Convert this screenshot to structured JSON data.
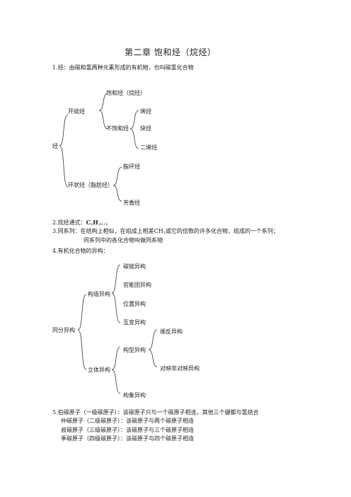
{
  "title": "第二章  饱和烃（烷烃）",
  "p1": "1.烃：由碳和氢两种元素形成的有机物，也叫碳氢化合物",
  "tree1": {
    "root": "烃",
    "open_chain": "开链烃",
    "saturated": "饱和烃（烷烃）",
    "unsaturated": "不饱和烃",
    "alkene": "烯烃",
    "alkyne": "炔烃",
    "diene": "二烯烃",
    "cyclic": "环状烃（脂肪烃）",
    "alicyclic": "脂环烃",
    "aromatic": "芳香烃"
  },
  "p2": {
    "prefix": "2.烷烃通式：",
    "c": "C",
    "n": "n",
    "h": "H",
    "sub": "2n+2"
  },
  "p3": {
    "text_a": "3.同系列：在结构上相似，在组成上相差",
    "ch": "CH",
    "two": "2",
    "text_b": "或它的倍数的许多化合物，组成的一个系列；",
    "line2": "同系列中的各化合物叫做同系物"
  },
  "p4": "4.有机化合物的异构：",
  "tree2": {
    "root": "同分异构",
    "constitutional": "构造异构",
    "carbon_chain": "碳链异构",
    "functional": "官能团异构",
    "position": "位置异构",
    "tautomer": "互变异构",
    "stereo": "立体异构",
    "configurational": "构型异构",
    "cis_trans": "顺反异构",
    "enantiomer": "对映非对映异构",
    "conformational": "构象异构"
  },
  "p5": {
    "l1": "5.伯碳原子（一级碳原子）：该碳原子只与一个碳原子相连，其他三个键都与氢结合",
    "l2": "仲碳原子（二级碳原子）：该碳原子与两个碳原子相连",
    "l3": "叔碳原子（三级碳原子）：该碳原子与三个碳原子相连",
    "l4": "季碳原子（四级碳原子）：该碳原子与四个碳原子相连"
  }
}
